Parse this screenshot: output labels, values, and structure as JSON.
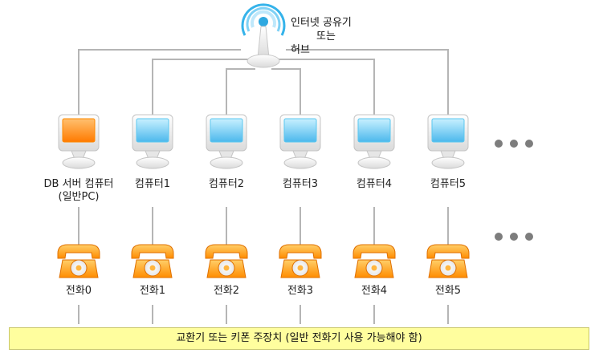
{
  "router": {
    "label_line1": "인터넷 공유기",
    "label_line2": "또는",
    "label_line3": "허브",
    "icon": "wifi-router-icon"
  },
  "computers": [
    {
      "label_line1": "DB 서버 컴퓨터",
      "label_line2": "(일반PC)",
      "screen_color": "#ff8a00",
      "icon": "server-computer-icon"
    },
    {
      "label_line1": "컴퓨터1",
      "label_line2": "",
      "screen_color": "#5cc8f0",
      "icon": "computer-icon"
    },
    {
      "label_line1": "컴퓨터2",
      "label_line2": "",
      "screen_color": "#5cc8f0",
      "icon": "computer-icon"
    },
    {
      "label_line1": "컴퓨터3",
      "label_line2": "",
      "screen_color": "#5cc8f0",
      "icon": "computer-icon"
    },
    {
      "label_line1": "컴퓨터4",
      "label_line2": "",
      "screen_color": "#5cc8f0",
      "icon": "computer-icon"
    },
    {
      "label_line1": "컴퓨터5",
      "label_line2": "",
      "screen_color": "#5cc8f0",
      "icon": "computer-icon"
    }
  ],
  "phones": [
    {
      "label": "전화0",
      "icon": "telephone-icon"
    },
    {
      "label": "전화1",
      "icon": "telephone-icon"
    },
    {
      "label": "전화2",
      "icon": "telephone-icon"
    },
    {
      "label": "전화3",
      "icon": "telephone-icon"
    },
    {
      "label": "전화4",
      "icon": "telephone-icon"
    },
    {
      "label": "전화5",
      "icon": "telephone-icon"
    }
  ],
  "pbx": {
    "label": "교환기 또는 키폰 주장치 (일반 전화기 사용 가능해야 함)"
  },
  "colors": {
    "line": "#b5b5b5",
    "phone": "#ff9a1a",
    "pbx_fill": "#fffe9e",
    "dots": "#7d7d7d"
  }
}
